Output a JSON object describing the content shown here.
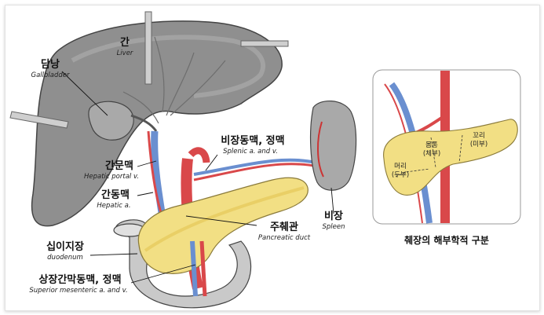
{
  "anatomy": {
    "liver": {
      "ko": "간",
      "en": "Liver"
    },
    "gallbladder": {
      "ko": "담낭",
      "en": "Gallbladder"
    },
    "hepatic_portal": {
      "ko": "간문맥",
      "en": "Hepatic portal v."
    },
    "hepatic_artery": {
      "ko": "간동맥",
      "en": "Hepatic a."
    },
    "duodenum": {
      "ko": "십이지장",
      "en": "duodenum"
    },
    "smv": {
      "ko": "상장간막동맥, 정맥",
      "en": "Superior mesenteric a. and v."
    },
    "splenic": {
      "ko": "비장동맥, 정맥",
      "en": "Splenic a. and v."
    },
    "pancreatic_duct": {
      "ko": "주췌관",
      "en": "Pancreatic duct"
    },
    "spleen": {
      "ko": "비장",
      "en": "Spleen"
    }
  },
  "inset": {
    "head_line1": "머리",
    "head_line2": "(두부)",
    "body_line1": "몸통",
    "body_line2": "(체부)",
    "tail_line1": "꼬리",
    "tail_line2": "(미부)",
    "caption": "췌장의 해부학적 구분"
  },
  "colors": {
    "liver": "#8f8f8f",
    "pancreas": "#f2df84",
    "artery": "#d9484a",
    "vein": "#6a8fd0"
  }
}
